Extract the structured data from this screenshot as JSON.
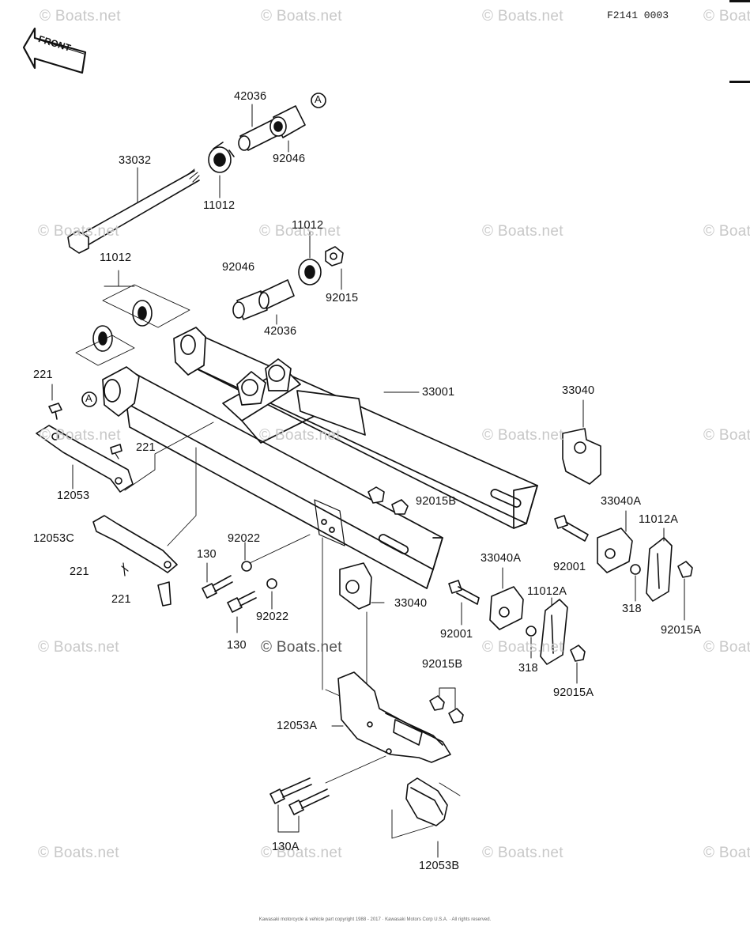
{
  "diagram_code": "F2141 0003",
  "front_label": "FRONT",
  "callout_letter": "A",
  "watermark": "© Boats.net",
  "copyright": "Kawasaki motorcycle & vehicle part copyright 1988 - 2017 · Kawasaki Motors Corp U.S.A. · All rights reserved.",
  "part_labels": {
    "p42036_top": "42036",
    "p33032": "33032",
    "p92046_top": "92046",
    "p11012_a": "11012",
    "p11012_b": "11012",
    "p11012_c": "11012",
    "p92046_mid": "92046",
    "p92015": "92015",
    "p42036_mid": "42036",
    "p221_a": "221",
    "p221_b": "221",
    "p221_c": "221",
    "p221_d": "221",
    "p33001": "33001",
    "p33040_a": "33040",
    "p12053": "12053",
    "p92015B_a": "92015B",
    "p33040A_a": "33040A",
    "p11012A_a": "11012A",
    "p12053C": "12053C",
    "p92022_a": "92022",
    "p130_a": "130",
    "p33040A_b": "33040A",
    "p92001_a": "92001",
    "p318_a": "318",
    "p92015A_a": "92015A",
    "p92022_b": "92022",
    "p33040_b": "33040",
    "p11012A_b": "11012A",
    "p130_b": "130",
    "p92001_b": "92001",
    "p318_b": "318",
    "p92015B_b": "92015B",
    "p92015A_b": "92015A",
    "p12053A": "12053A",
    "p130A": "130A",
    "p12053B": "12053B"
  }
}
